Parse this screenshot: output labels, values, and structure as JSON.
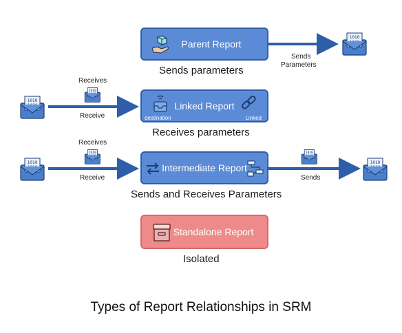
{
  "colors": {
    "box_blue": "#5b8ad6",
    "box_blue_border": "#2f5fa8",
    "box_red": "#ef8a8a",
    "arrow": "#2e5ea8",
    "envelope": "#4a7fcf"
  },
  "envelope_text": "1010\n1010",
  "parent": {
    "title": "Parent Report",
    "caption": "Sends parameters",
    "arrow_label_line1": "Sends",
    "arrow_label_line2": "Parameters",
    "icon": "hand-cube-icon"
  },
  "linked": {
    "title": "Linked Report",
    "caption": "Receives parameters",
    "incoming_top_label": "Receives",
    "incoming_bottom_label": "Receive",
    "left_sub": "destination",
    "right_sub": "Linked",
    "icons": [
      "inbox-signal-icon",
      "chain-link-icon"
    ]
  },
  "intermediate": {
    "title": "Intermediate Report",
    "caption": "Sends and Receives Parameters",
    "incoming_top_label": "Receives",
    "incoming_bottom_label": "Receive",
    "outgoing_label": "Sends",
    "icons": [
      "swap-arrows-icon",
      "flowchart-icon"
    ]
  },
  "standalone": {
    "title": "Standalone Report",
    "caption": "Isolated",
    "icon": "archive-drawer-icon"
  },
  "diagram_title": "Types of Report Relationships in SRM"
}
